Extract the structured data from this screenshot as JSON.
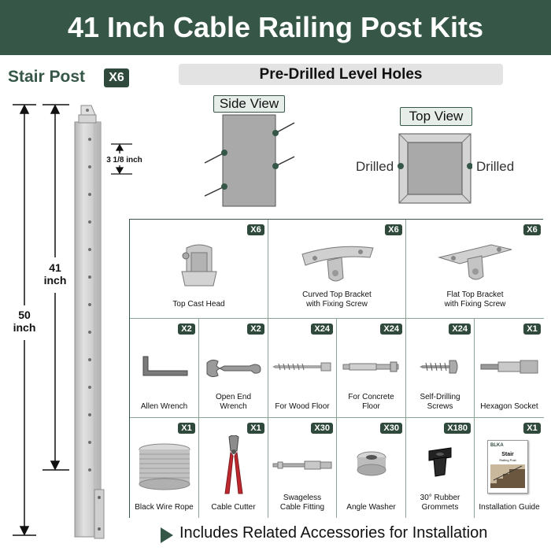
{
  "header": {
    "title": "41 Inch Cable Railing Post Kits"
  },
  "post": {
    "label": "Stair Post",
    "qty": "X6",
    "dim_total": [
      "50",
      "inch"
    ],
    "dim_height": [
      "41",
      "inch"
    ],
    "dim_spacing": "3 1/8 inch"
  },
  "holes": {
    "title": "Pre-Drilled Level Holes",
    "side_view": "Side View",
    "top_view": "Top View",
    "drilled_left": "Drilled",
    "drilled_right": "Drilled"
  },
  "kit_items": [
    {
      "qty": "X6",
      "label": "Top Cast Head",
      "icon": "top-cast-head-icon"
    },
    {
      "qty": "X6",
      "label": "Curved Top Bracket\nwith Fixing Screw",
      "icon": "curved-bracket-icon"
    },
    {
      "qty": "X6",
      "label": "Flat Top Bracket\nwith Fixing Screw",
      "icon": "flat-bracket-icon"
    },
    {
      "qty": "X2",
      "label": "Allen Wrench",
      "icon": "allen-wrench-icon"
    },
    {
      "qty": "X2",
      "label": "Open End\nWrench",
      "icon": "open-end-wrench-icon"
    },
    {
      "qty": "X24",
      "label": "For Wood Floor",
      "icon": "wood-screw-icon"
    },
    {
      "qty": "X24",
      "label": "For Concrete\nFloor",
      "icon": "concrete-anchor-icon"
    },
    {
      "qty": "X24",
      "label": "Self-Drilling\nScrews",
      "icon": "self-drilling-screw-icon"
    },
    {
      "qty": "X1",
      "label": "Hexagon Socket",
      "icon": "hexagon-socket-icon"
    },
    {
      "qty": "X1",
      "label": "Black Wire Rope",
      "icon": "wire-rope-icon"
    },
    {
      "qty": "X1",
      "label": "Cable Cutter",
      "icon": "cable-cutter-icon"
    },
    {
      "qty": "X30",
      "label": "Swageless\nCable Fitting",
      "icon": "cable-fitting-icon"
    },
    {
      "qty": "X30",
      "label": "Angle Washer",
      "icon": "angle-washer-icon"
    },
    {
      "qty": "X180",
      "label": "30° Rubber\nGrommets",
      "icon": "rubber-grommet-icon"
    },
    {
      "qty": "X1",
      "label": "Installation Guide",
      "icon": "installation-guide-icon"
    }
  ],
  "guide": {
    "brand": "BLKA",
    "title": "Stair",
    "subtitle": "Railing Post"
  },
  "footer": {
    "text": "Includes Related Accessories for Installation"
  },
  "colors": {
    "primary": "#365748",
    "badge": "#2f4a3d",
    "steel": "#c9c9c9",
    "cutter_red": "#c0282f"
  }
}
